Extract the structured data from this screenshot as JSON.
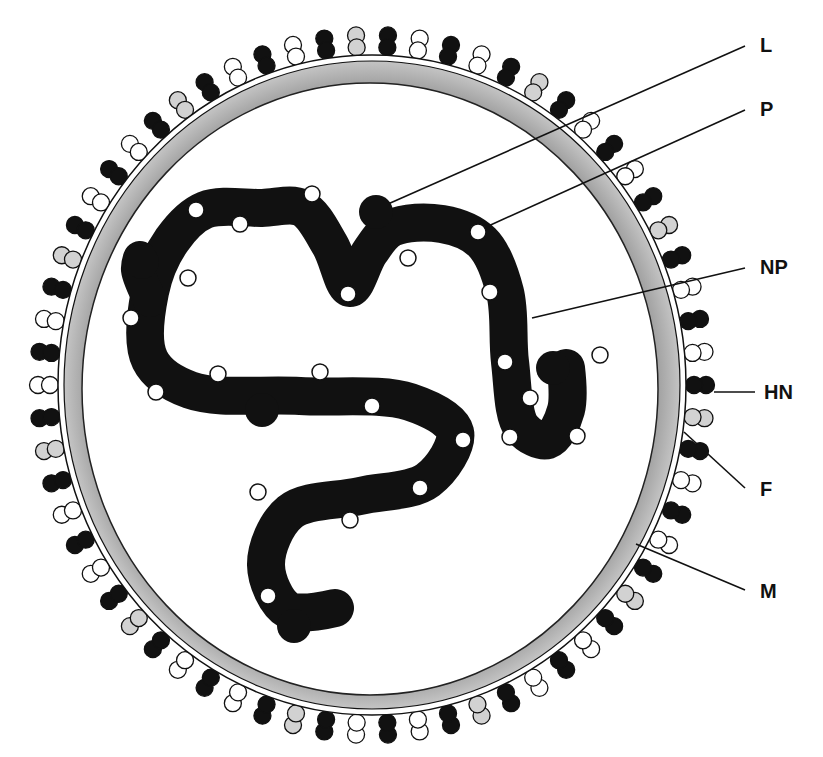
{
  "diagram": {
    "labels": [
      "L",
      "P",
      "NP",
      "HN",
      "F",
      "M"
    ]
  }
}
